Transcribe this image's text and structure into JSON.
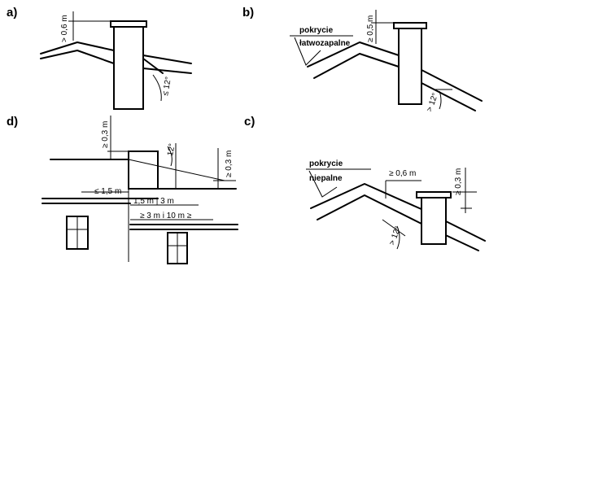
{
  "panels": {
    "a": {
      "label": "a)",
      "height_dim": "> 0,6 m",
      "angle_dim": "≤ 12°"
    },
    "b": {
      "label": "b)",
      "cover_line1": "pokrycie",
      "cover_line2": "łatwozapalne",
      "height_dim": "≥ 0,5 m",
      "angle_dim": "> 12°"
    },
    "c": {
      "label": "c)",
      "cover_line1": "pokrycie",
      "cover_line2": "niepalne",
      "width_dim": "≥ 0,6 m",
      "height_dim": "≥ 0,3 m",
      "angle_dim": "> 12°"
    },
    "d": {
      "label": "d)",
      "height_top": "≥ 0,3 m",
      "angle": "12°",
      "height_right": "≥ 0,3 m",
      "left_dist": "≤ 1,5 m",
      "mid_dist": "1,5 m | 3 m",
      "bottom_dist": "≥ 3 m i 10 m ≥"
    }
  }
}
